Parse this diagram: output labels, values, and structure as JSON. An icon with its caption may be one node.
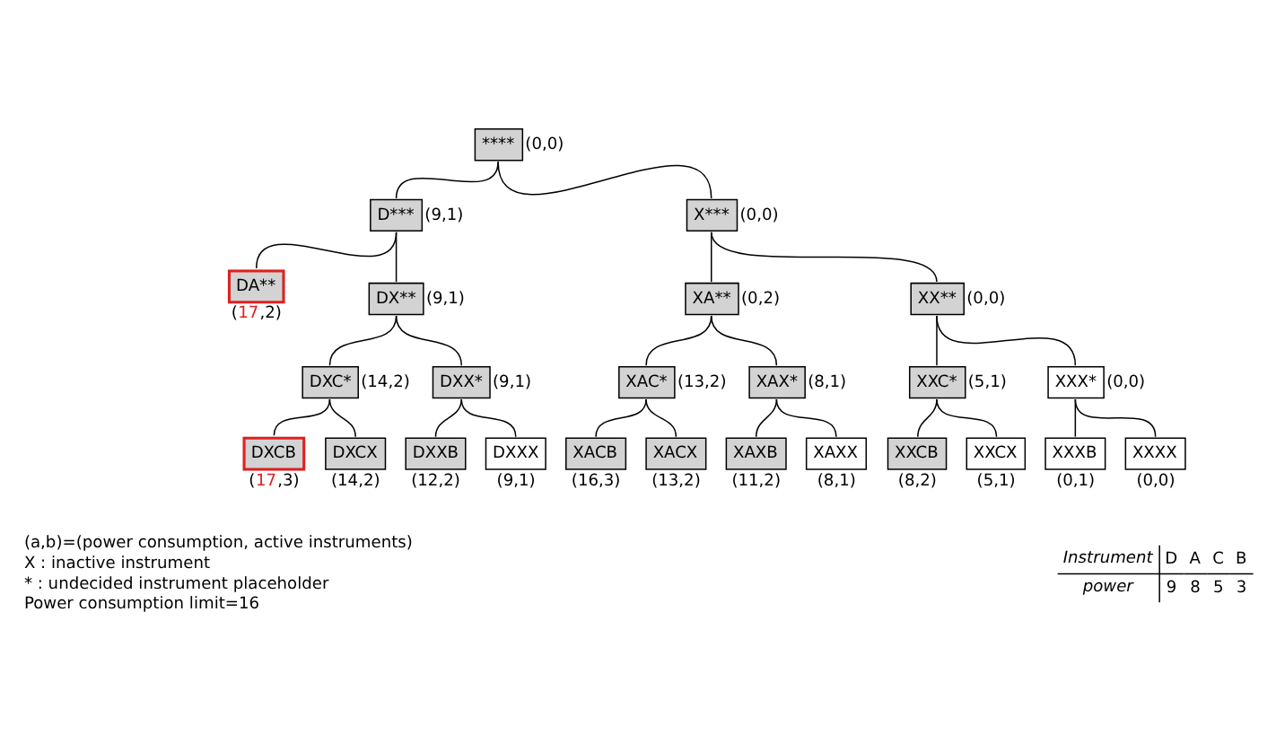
{
  "diagram": {
    "nodes": [
      {
        "text": [
          "****"
        ],
        "beside": [
          "(0,0)"
        ]
      },
      {
        "text": [
          "D***"
        ],
        "beside": [
          "(9,1)"
        ]
      },
      {
        "text": [
          "X***"
        ],
        "beside": [
          "(0,0)"
        ]
      },
      {
        "text": [
          "DA**"
        ],
        "beside": [
          "(17,2)"
        ]
      },
      {
        "text": [
          "DX**"
        ],
        "beside": [
          "(9,1)"
        ]
      },
      {
        "text": [
          "XA**"
        ],
        "beside": [
          "(0,2)"
        ]
      },
      {
        "text": [
          "XX**"
        ],
        "beside": [
          "(0,0)"
        ]
      },
      {
        "text": [
          "DXC*"
        ],
        "beside": [
          "(14,2)"
        ]
      },
      {
        "text": [
          "DXX*"
        ],
        "beside": [
          "(9,1)"
        ]
      },
      {
        "text": [
          "XAC*"
        ],
        "beside": [
          "(13,2)"
        ]
      },
      {
        "text": [
          "XAX*"
        ],
        "beside": [
          "(8,1)"
        ]
      },
      {
        "text": [
          "XXC*"
        ],
        "beside": [
          "(5,1)"
        ]
      },
      {
        "text": [
          "XXX*"
        ],
        "beside": [
          "(0,0)"
        ]
      },
      {
        "text": [
          "DXCB"
        ],
        "beside": [
          "(17,3)"
        ]
      },
      {
        "text": [
          "DXCX"
        ],
        "beside": [
          "(14,2)"
        ]
      },
      {
        "text": [
          "DXXB"
        ],
        "beside": [
          "(12,2)"
        ]
      },
      {
        "text": [
          "DXXX"
        ],
        "beside": [
          "(9,1)"
        ]
      },
      {
        "text": [
          "XACB"
        ],
        "beside": [
          "(16,3)"
        ]
      },
      {
        "text": [
          "XACX"
        ],
        "beside": [
          "(13,2)"
        ]
      },
      {
        "text": [
          "XAXB"
        ],
        "beside": [
          "(11,2)"
        ]
      },
      {
        "text": [
          "XAXX"
        ],
        "beside": [
          "(8,1)"
        ]
      },
      {
        "text": [
          "XXCB"
        ],
        "beside": [
          "(8,2)"
        ]
      },
      {
        "text": [
          "XXCX"
        ],
        "beside": [
          "(5,1)"
        ]
      },
      {
        "text": [
          "XXXB"
        ],
        "beside": [
          "(0,1)"
        ]
      },
      {
        "text": [
          "XXXX"
        ],
        "beside": [
          "(0,0)"
        ]
      }
    ],
    "edges": [
      {
        "from": 0,
        "to": 1,
        "arrow": "none"
      },
      {
        "from": 0,
        "to": 2,
        "arrow": "none"
      },
      {
        "from": 1,
        "to": 3,
        "arrow": "none"
      },
      {
        "from": 1,
        "to": 4,
        "arrow": "none"
      },
      {
        "from": 2,
        "to": 5,
        "arrow": "none"
      },
      {
        "from": 2,
        "to": 6,
        "arrow": "none"
      },
      {
        "from": 4,
        "to": 7,
        "arrow": "none"
      },
      {
        "from": 4,
        "to": 8,
        "arrow": "none"
      },
      {
        "from": 5,
        "to": 9,
        "arrow": "none"
      },
      {
        "from": 5,
        "to": 10,
        "arrow": "none"
      },
      {
        "from": 6,
        "to": 11,
        "arrow": "none"
      },
      {
        "from": 6,
        "to": 12,
        "arrow": "none"
      },
      {
        "from": 7,
        "to": 13,
        "arrow": "none"
      },
      {
        "from": 7,
        "to": 14,
        "arrow": "none"
      },
      {
        "from": 8,
        "to": 15,
        "arrow": "none"
      },
      {
        "from": 8,
        "to": 16,
        "arrow": "none"
      },
      {
        "from": 9,
        "to": 17,
        "arrow": "none"
      },
      {
        "from": 9,
        "to": 18,
        "arrow": "none"
      },
      {
        "from": 10,
        "to": 19,
        "arrow": "none"
      },
      {
        "from": 10,
        "to": 20,
        "arrow": "none"
      },
      {
        "from": 11,
        "to": 21,
        "arrow": "none"
      },
      {
        "from": 11,
        "to": 22,
        "arrow": "none"
      },
      {
        "from": 12,
        "to": 23,
        "arrow": "none"
      },
      {
        "from": 12,
        "to": 24,
        "arrow": "none"
      }
    ],
    "labels": [
      "(a,b)=(power consumption, active instruments)",
      "X : inactive instrument",
      "* : undecided instrument placeholder",
      "Power consumption limit=16",
      "Instrument",
      "D",
      "A",
      "C",
      "B",
      "power",
      "9",
      "8",
      "5",
      "3"
    ]
  }
}
